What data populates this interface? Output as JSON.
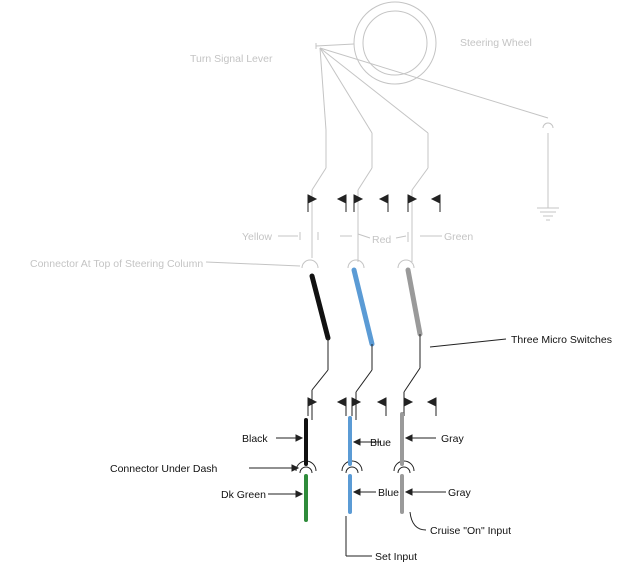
{
  "labels": {
    "steering_wheel": "Steering Wheel",
    "turn_signal_lever": "Turn Signal Lever",
    "yellow": "Yellow",
    "red": "Red",
    "green": "Green",
    "connector_top": "Connector At Top of Steering Column",
    "three_micro_switches": "Three Micro Switches",
    "black": "Black",
    "blue_upper": "Blue",
    "gray_upper": "Gray",
    "connector_under_dash": "Connector Under Dash",
    "dk_green": "Dk Green",
    "blue_lower": "Blue",
    "gray_lower": "Gray",
    "cruise_on_input": "Cruise \"On\" Input",
    "set_input": "Set Input"
  },
  "colors": {
    "faint": "#c4c4c4",
    "line": "#222222",
    "black_wire": "#111111",
    "blue_wire": "#5b9bd5",
    "gray_wire": "#9a9a9a",
    "green_wire": "#2e8b3a"
  }
}
